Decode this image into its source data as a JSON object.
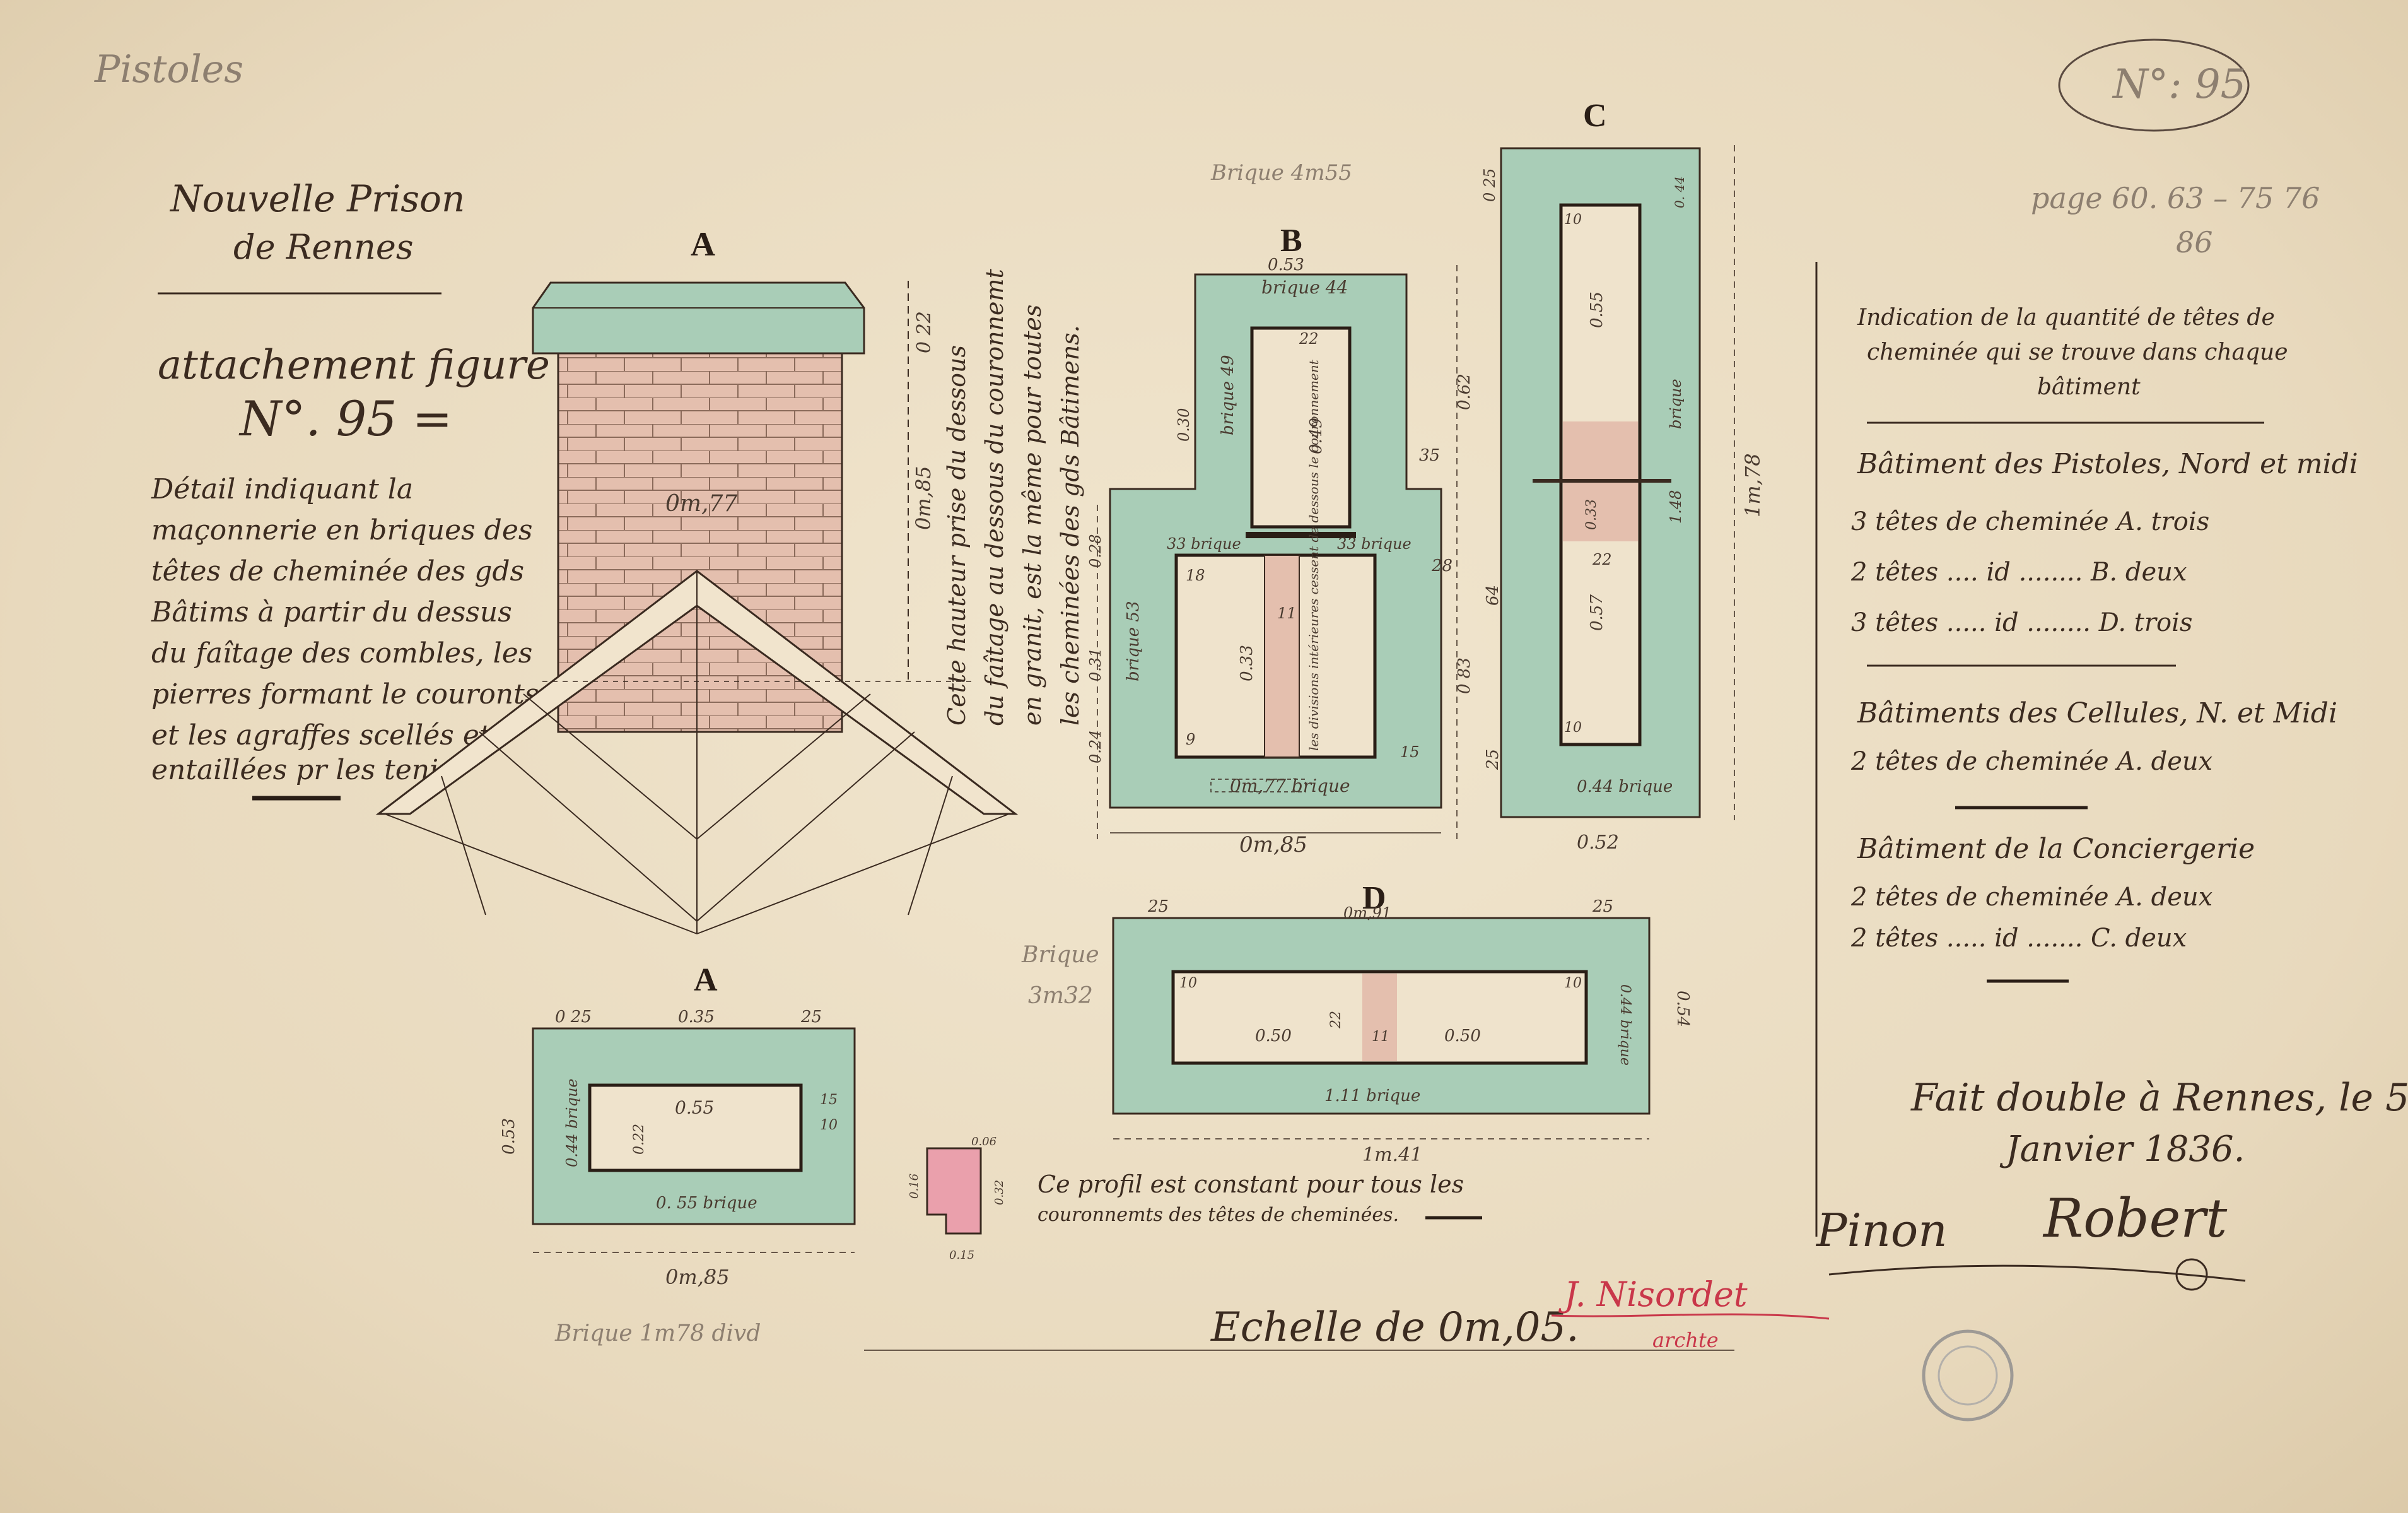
{
  "corner_notes": {
    "pencil_top_left": "Pistoles",
    "circled_number": "N°: 95",
    "page_refs_line1": "page 60. 63 – 75 76",
    "page_refs_line2": "86"
  },
  "left_notes": {
    "title_line1": "Nouvelle Prison",
    "title_line2": "de Rennes",
    "attachment": "attachement figuré",
    "number": "N°. 95 =",
    "detail_lines": [
      "Détail indiquant la",
      "maçonnerie en briques des",
      "têtes de cheminée des gds",
      "Bâtims à partir du dessus",
      "du faîtage des combles, les",
      "pierres formant le couronts,",
      "et les agraffes scellés et",
      "entaillées pr les tenir."
    ]
  },
  "views": {
    "A_elevation": {
      "label": "A",
      "width_label": "0m,77",
      "height_label": "0m,85",
      "cap_label": "0 22"
    },
    "vertical_note": [
      "Cette hauteur prise du dessous",
      "du faîtage au dessous du couronnemt",
      "en granit, est la même pour toutes",
      "les cheminées des gds Bâtimens."
    ],
    "B": {
      "label": "B",
      "top_width": "0.53",
      "top_brick": "brique 44",
      "bottom_width": "0m,85",
      "bottom_brick": "0m,77 brique",
      "inner_brick": "brique 49",
      "side_brick": "brique 53",
      "brick_left": "33 brique",
      "brick_right": "33 brique",
      "h1": "0.30",
      "h2": "0.28",
      "h3": "0.31",
      "h4": "0.24",
      "total_h": "0.62",
      "total_h2": "0 83",
      "side_35": "35",
      "side_28": "28",
      "inner_49": "0.49",
      "inner_33": "0.33",
      "inner_22": "22",
      "inner_11": "11",
      "inner_9": "9",
      "inner_15": "15",
      "inner_18": "18",
      "inner_note": "les divisions intérieures cessent de dessous le couronnement"
    },
    "C": {
      "label": "C",
      "total_h": "1m,78",
      "top": "0 25",
      "inner_h1": "0.55",
      "brick": "brique",
      "inner_h2": "0.57",
      "mid_33": "0.33",
      "mid_22": "22",
      "bottom_width": "0.52",
      "bottom_brick": "0.44 brique",
      "h64": "64",
      "h25a": "25",
      "h148": "1.48",
      "top_10": "10",
      "bot_10": "10",
      "side_44": "0. 44"
    },
    "A_plan": {
      "label": "A",
      "w25a": "0 25",
      "w35": "0.35",
      "w25b": "25",
      "inner_55": "0.55",
      "brick_55": "0. 55 brique",
      "left_brick": "0.44 brique",
      "total_h": "0.53",
      "total_w": "0m,85",
      "inner_22": "0.22",
      "side_15": "15",
      "side_10": "10"
    },
    "D": {
      "label": "D",
      "w25a": "25",
      "w91": "0m,91",
      "w25b": "25",
      "inner_50a": "0.50",
      "inner_50b": "0.50",
      "mid_22": "22",
      "mid_11": "11",
      "brick_111": "1.11 brique",
      "total_w": "1m.41",
      "side_44": "0.44 brique",
      "total_h": "0.54",
      "side_10a": "10",
      "side_10b": "10"
    },
    "profile": {
      "dims": [
        "0.06",
        "0.16",
        "0.32",
        "0.15"
      ]
    }
  },
  "pencil_notes": {
    "brique_top": "Brique 4m55",
    "brique_mid_1": "Brique",
    "brique_mid_2": "3m32",
    "brique_bottom": "Brique 1m78 divd"
  },
  "profile_note_line1": "Ce profil est constant pour tous les",
  "profile_note_line2": "couronnemts des têtes de cheminées.",
  "quantities": {
    "heading_line1": "Indication de la quantité de têtes de",
    "heading_line2": "cheminée qui se trouve dans chaque",
    "heading_line3": "bâtiment",
    "group1_title": "Bâtiment des Pistoles, Nord et midi",
    "group1_rows": [
      "3 têtes de cheminée A. trois",
      "2 têtes .... id ........ B. deux",
      "3 têtes ..... id ........ D. trois"
    ],
    "group2_title": "Bâtiments des Cellules, N. et Midi",
    "group2_rows": [
      "2 têtes de cheminée A. deux"
    ],
    "group3_title": "Bâtiment de la Conciergerie",
    "group3_rows": [
      "2 têtes de cheminée A. deux",
      "2 têtes ..... id ....... C. deux"
    ]
  },
  "signature": {
    "place_line": "Fait double à Rennes, le 5",
    "date_line": "Janvier 1836.",
    "sig_left": "Pinon",
    "sig_right": "Robert",
    "red_signature": "J. Nisordet",
    "red_sub": "archte"
  },
  "scale_text": "Echelle de 0m,05.",
  "colors": {
    "stone": "#a9cdb7",
    "brick": "#e4bfae",
    "ink": "#3a2a20",
    "red_ink": "#c9374a",
    "paper": "#ecdfc6"
  }
}
